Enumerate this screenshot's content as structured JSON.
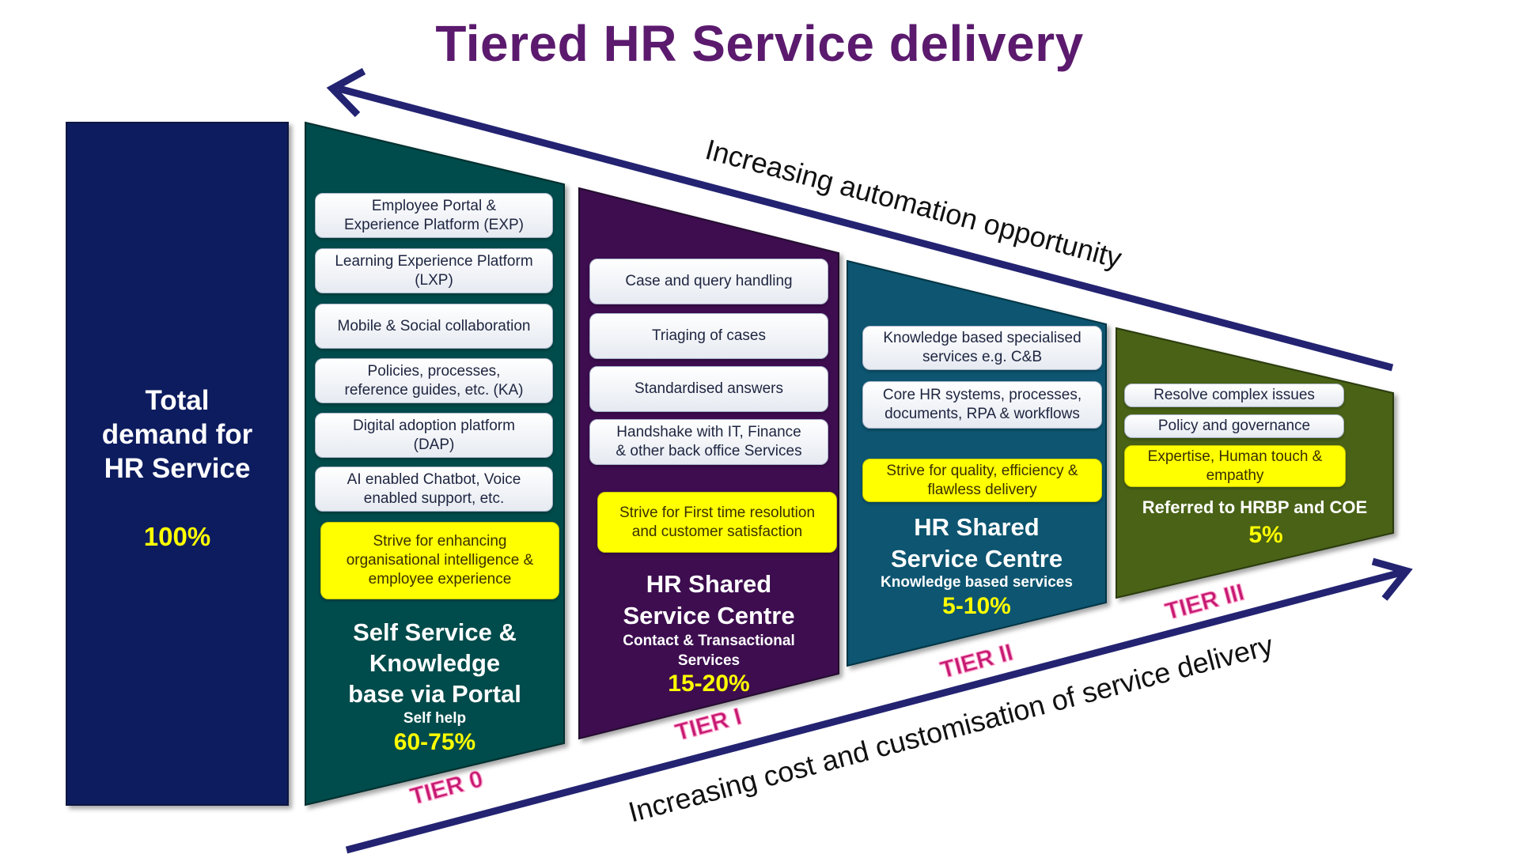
{
  "title": "Tiered HR Service delivery",
  "colors": {
    "title": "#5b1a6e",
    "total": "#0e1f5e",
    "tier0": "#044b4b",
    "tier1": "#3c1050",
    "tier2": "#0b5570",
    "tier3": "#496216",
    "arrows": "#232372",
    "highlight": "#ffff00",
    "tier_label": "#c41a72"
  },
  "arrows": {
    "top": "Increasing automation opportunity",
    "bottom": "Increasing cost and customisation of service delivery"
  },
  "total": {
    "line1": "Total",
    "line2": "demand for",
    "line3": "HR Service",
    "pct": "100%"
  },
  "tier0": {
    "items": [
      {
        "l1": "Employee Portal &",
        "l2": "Experience Platform (EXP)"
      },
      {
        "l1": "Learning Experience Platform",
        "l2": "(LXP)"
      },
      {
        "l1": "Mobile & Social collaboration",
        "l2": ""
      },
      {
        "l1": "Policies, processes,",
        "l2": "reference guides, etc. (KA)"
      },
      {
        "l1": "Digital adoption platform",
        "l2": "(DAP)"
      },
      {
        "l1": "AI enabled Chatbot, Voice",
        "l2": "enabled support, etc."
      }
    ],
    "strive": {
      "l1": "Strive for enhancing",
      "l2": "organisational intelligence &",
      "l3": "employee experience"
    },
    "name": {
      "l1": "Self Service &",
      "l2": "Knowledge",
      "l3": "base  via Portal"
    },
    "sub": "Self help",
    "pct": "60-75%",
    "label": "TIER 0"
  },
  "tier1": {
    "items": [
      {
        "l1": "Case and query handling",
        "l2": ""
      },
      {
        "l1": "Triaging of cases",
        "l2": ""
      },
      {
        "l1": "Standardised answers",
        "l2": ""
      },
      {
        "l1": "Handshake with IT, Finance",
        "l2": "& other back office Services"
      }
    ],
    "strive": {
      "l1": "Strive for First time resolution",
      "l2": "and customer satisfaction"
    },
    "name": {
      "l1": "HR Shared",
      "l2": "Service Centre"
    },
    "sub": {
      "l1": "Contact & Transactional",
      "l2": "Services"
    },
    "pct": "15-20%",
    "label": "TIER I"
  },
  "tier2": {
    "items": [
      {
        "l1": "Knowledge based specialised",
        "l2": "services e.g. C&B"
      },
      {
        "l1": "Core HR systems, processes,",
        "l2": "documents, RPA & workflows"
      }
    ],
    "strive": {
      "l1": "Strive for quality, efficiency &",
      "l2": "flawless delivery"
    },
    "name": {
      "l1": "HR Shared",
      "l2": "Service Centre"
    },
    "sub": "Knowledge based services",
    "pct": "5-10%",
    "label": "TIER II"
  },
  "tier3": {
    "items": [
      {
        "l1": "Resolve complex issues",
        "l2": ""
      },
      {
        "l1": "Policy and governance",
        "l2": ""
      }
    ],
    "strive": {
      "l1": "Expertise, Human touch &",
      "l2": "empathy"
    },
    "name": "Referred to HRBP and COE",
    "pct": "5%",
    "label": "TIER III"
  }
}
